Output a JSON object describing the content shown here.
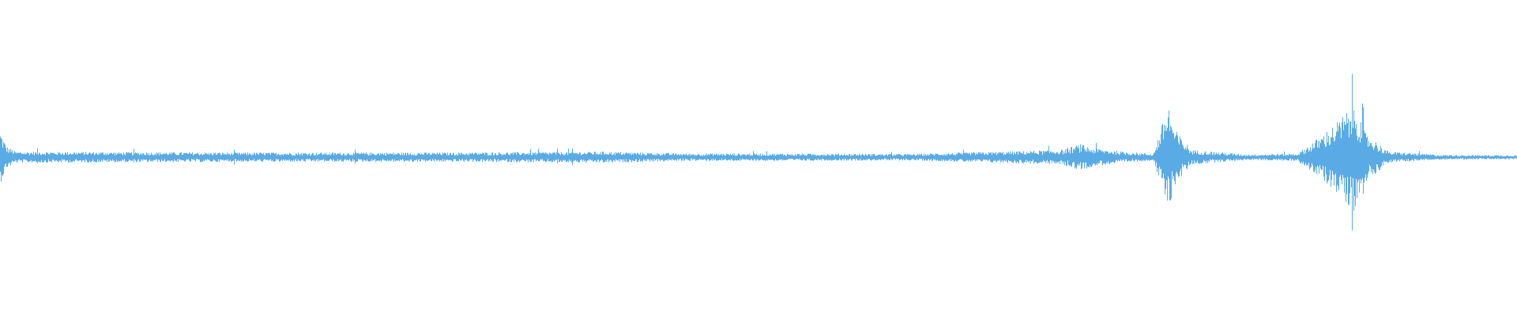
{
  "waveform": {
    "color": "#5aabe5",
    "background": "#ffffff",
    "duration_fraction_shown": 1.0,
    "amplitude_profile": [
      {
        "pos": 0.0,
        "amp": 0.28
      },
      {
        "pos": 0.004,
        "amp": 0.12
      },
      {
        "pos": 0.01,
        "amp": 0.06
      },
      {
        "pos": 0.15,
        "amp": 0.05
      },
      {
        "pos": 0.3,
        "amp": 0.05
      },
      {
        "pos": 0.4,
        "amp": 0.06
      },
      {
        "pos": 0.45,
        "amp": 0.04
      },
      {
        "pos": 0.5,
        "amp": 0.04
      },
      {
        "pos": 0.6,
        "amp": 0.035
      },
      {
        "pos": 0.66,
        "amp": 0.06
      },
      {
        "pos": 0.7,
        "amp": 0.08
      },
      {
        "pos": 0.712,
        "amp": 0.14
      },
      {
        "pos": 0.72,
        "amp": 0.1
      },
      {
        "pos": 0.74,
        "amp": 0.06
      },
      {
        "pos": 0.76,
        "amp": 0.035
      },
      {
        "pos": 0.77,
        "amp": 0.58
      },
      {
        "pos": 0.774,
        "amp": 0.3
      },
      {
        "pos": 0.785,
        "amp": 0.08
      },
      {
        "pos": 0.82,
        "amp": 0.03
      },
      {
        "pos": 0.855,
        "amp": 0.04
      },
      {
        "pos": 0.87,
        "amp": 0.22
      },
      {
        "pos": 0.88,
        "amp": 0.36
      },
      {
        "pos": 0.893,
        "amp": 0.58
      },
      {
        "pos": 0.9,
        "amp": 0.26
      },
      {
        "pos": 0.915,
        "amp": 0.06
      },
      {
        "pos": 0.95,
        "amp": 0.025
      },
      {
        "pos": 1.0,
        "amp": 0.022
      }
    ]
  }
}
